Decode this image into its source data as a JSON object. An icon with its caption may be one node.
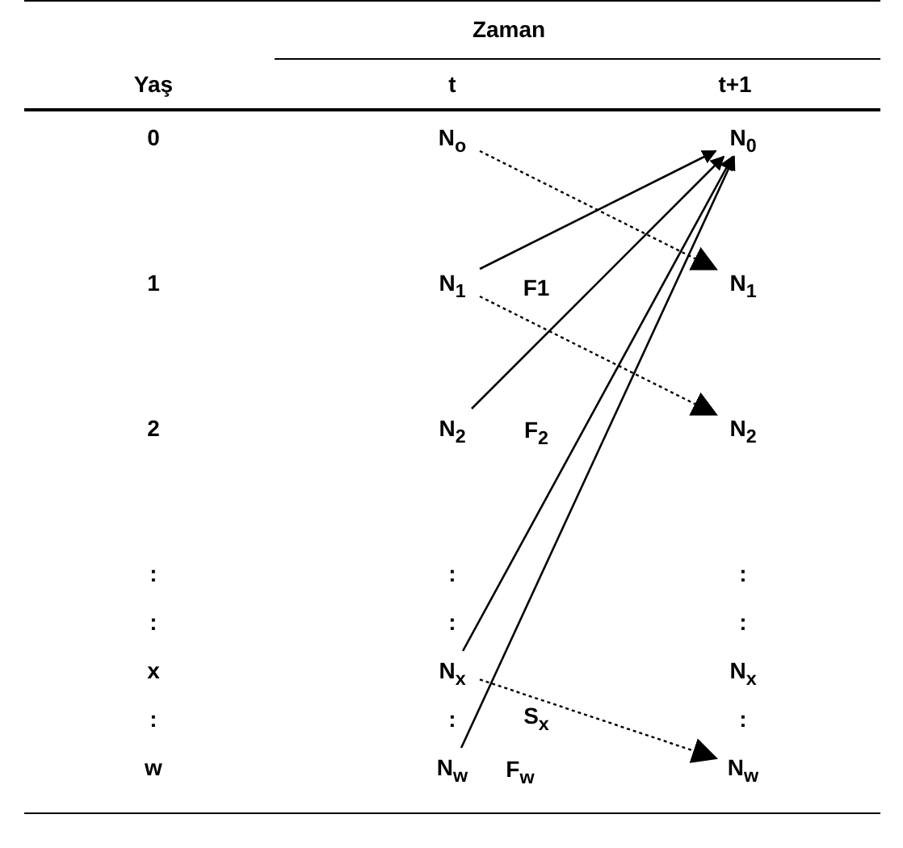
{
  "diagram": {
    "nodes": [
      {
        "text": [
          "N$_{o}$"
        ]
      },
      {
        "text": [
          "N$_{0}$"
        ]
      },
      {
        "text": [
          "N$_{1}$"
        ]
      },
      {
        "text": [
          "N$_{1}$"
        ]
      },
      {
        "text": [
          "N$_{2}$"
        ]
      },
      {
        "text": [
          "N$_{2}$"
        ]
      },
      {
        "text": [
          "N$_{x}$"
        ]
      },
      {
        "text": [
          "N$_{x}$"
        ]
      },
      {
        "text": [
          "N$_{w}$"
        ]
      },
      {
        "text": [
          "N$_{w}$"
        ]
      }
    ],
    "edges": [
      {
        "from": 0,
        "to": 3,
        "arrow": "to",
        "style": "dashed"
      },
      {
        "from": 2,
        "to": 1,
        "arrow": "to"
      },
      {
        "from": 2,
        "to": 5,
        "arrow": "to",
        "style": "dashed"
      },
      {
        "from": 4,
        "to": 1,
        "arrow": "to"
      },
      {
        "from": 6,
        "to": 1,
        "arrow": "to"
      },
      {
        "from": 6,
        "to": 9,
        "arrow": "to",
        "style": "dashed"
      },
      {
        "from": 8,
        "to": 1,
        "arrow": "to"
      }
    ],
    "labels": [
      "Zaman",
      "Yaş",
      "t",
      "t+1",
      "0",
      "1",
      "F1",
      "2",
      "F$_{2}$",
      ":",
      ":",
      ":",
      ":",
      ":",
      ":",
      "x",
      ":",
      ":",
      "S$_{x}$",
      ":",
      "w",
      "F$_{w}$"
    ]
  }
}
